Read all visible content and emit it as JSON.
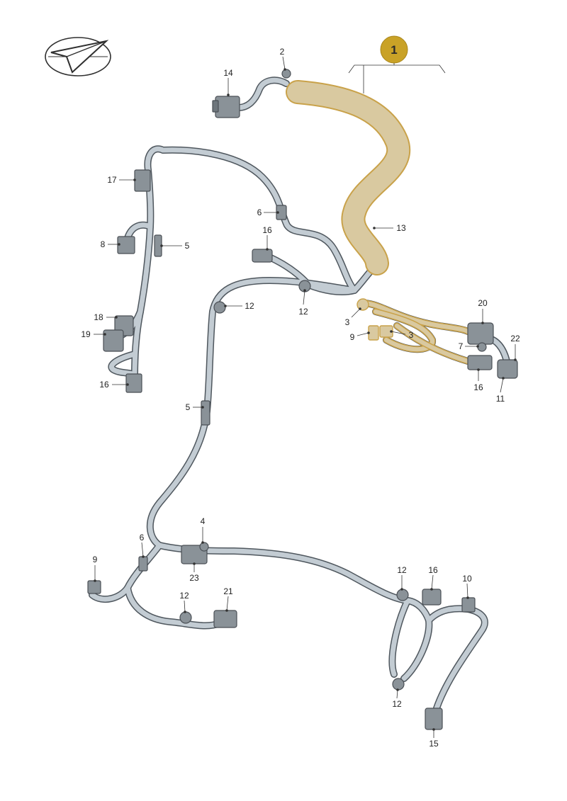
{
  "colors": {
    "highlight": "#d9c9a0",
    "highlight_edge": "#c9a24a",
    "badge": "#c9a227",
    "cable": "#c3ccd3",
    "cable_edge": "#4f575e",
    "connector": "#8a9298"
  },
  "logo": {
    "icon": "paper-plane-logo-icon"
  },
  "badge": {
    "label": "1"
  },
  "callouts": [
    "2",
    "14",
    "17",
    "6",
    "16",
    "13",
    "8",
    "5",
    "12",
    "12",
    "18",
    "19",
    "16",
    "3",
    "20",
    "9",
    "3",
    "7",
    "22",
    "16",
    "11",
    "5",
    "4",
    "6",
    "9",
    "23",
    "12",
    "16",
    "10",
    "12",
    "21",
    "12",
    "15"
  ]
}
